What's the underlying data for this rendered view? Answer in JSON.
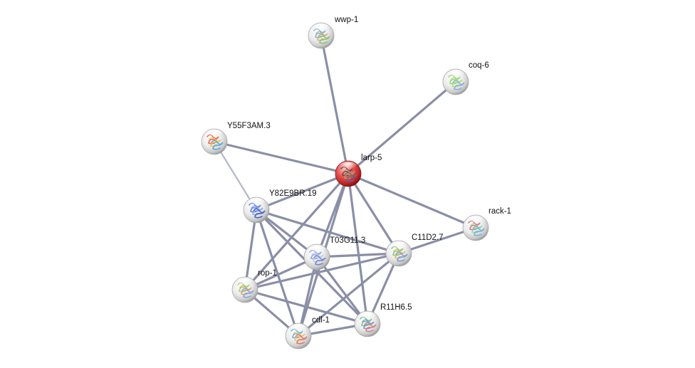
{
  "network": {
    "nodes": [
      {
        "id": "wwp-1",
        "label": "wwp-1",
        "query": false,
        "structure_colors": [
          "#6fb3e8",
          "#e8a26f",
          "#79c76b"
        ]
      },
      {
        "id": "coq-6",
        "label": "coq-6",
        "query": false,
        "structure_colors": [
          "#8fd27a",
          "#b3dc6a",
          "#7ab0e0"
        ]
      },
      {
        "id": "Y55F3AM.3",
        "label": "Y55F3AM.3",
        "query": false,
        "structure_colors": [
          "#e8554a",
          "#f0c040",
          "#4aa3e8"
        ]
      },
      {
        "id": "larp-5",
        "label": "larp-5",
        "query": true,
        "structure_colors": [
          "#7a3a3a",
          "#c9a050",
          "#5a6aa0"
        ]
      },
      {
        "id": "Y82E9BR.19",
        "label": "Y82E9BR.19",
        "query": false,
        "structure_colors": [
          "#5a7ae0",
          "#8aa0f0",
          "#3a5ac0"
        ]
      },
      {
        "id": "rack-1",
        "label": "rack-1",
        "query": false,
        "structure_colors": [
          "#d8706a",
          "#8ad0a0",
          "#6ab0d8"
        ]
      },
      {
        "id": "T03G11.3",
        "label": "T03G11.3",
        "query": false,
        "structure_colors": [
          "#8aa0e0",
          "#c0c8f0",
          "#6a80c8"
        ]
      },
      {
        "id": "C11D2.7",
        "label": "C11D2.7",
        "query": false,
        "structure_colors": [
          "#7ac870",
          "#e8b060",
          "#6a9ae0"
        ]
      },
      {
        "id": "rop-1",
        "label": "rop-1",
        "query": false,
        "structure_colors": [
          "#9ad070",
          "#e0a060",
          "#7aa0e8"
        ]
      },
      {
        "id": "R11H6.5",
        "label": "R11H6.5",
        "query": false,
        "structure_colors": [
          "#70c080",
          "#6a90e0",
          "#e07a70"
        ]
      },
      {
        "id": "cdl-1",
        "label": "cdl-1",
        "query": false,
        "structure_colors": [
          "#5ab0e0",
          "#f0c060",
          "#e07060"
        ]
      }
    ],
    "edges": [
      {
        "source": "larp-5",
        "target": "wwp-1",
        "strength": "strong"
      },
      {
        "source": "larp-5",
        "target": "coq-6",
        "strength": "strong"
      },
      {
        "source": "larp-5",
        "target": "Y55F3AM.3",
        "strength": "strong"
      },
      {
        "source": "larp-5",
        "target": "rack-1",
        "strength": "strong"
      },
      {
        "source": "larp-5",
        "target": "Y82E9BR.19",
        "strength": "strong"
      },
      {
        "source": "larp-5",
        "target": "T03G11.3",
        "strength": "strong"
      },
      {
        "source": "larp-5",
        "target": "C11D2.7",
        "strength": "strong"
      },
      {
        "source": "larp-5",
        "target": "rop-1",
        "strength": "strong"
      },
      {
        "source": "larp-5",
        "target": "R11H6.5",
        "strength": "strong"
      },
      {
        "source": "larp-5",
        "target": "cdl-1",
        "strength": "strong"
      },
      {
        "source": "Y55F3AM.3",
        "target": "Y82E9BR.19",
        "strength": "weak"
      },
      {
        "source": "Y82E9BR.19",
        "target": "T03G11.3",
        "strength": "strong"
      },
      {
        "source": "Y82E9BR.19",
        "target": "C11D2.7",
        "strength": "strong"
      },
      {
        "source": "Y82E9BR.19",
        "target": "rop-1",
        "strength": "strong"
      },
      {
        "source": "Y82E9BR.19",
        "target": "cdl-1",
        "strength": "strong"
      },
      {
        "source": "Y82E9BR.19",
        "target": "R11H6.5",
        "strength": "strong"
      },
      {
        "source": "T03G11.3",
        "target": "C11D2.7",
        "strength": "strong"
      },
      {
        "source": "T03G11.3",
        "target": "rop-1",
        "strength": "strong"
      },
      {
        "source": "T03G11.3",
        "target": "cdl-1",
        "strength": "strong"
      },
      {
        "source": "T03G11.3",
        "target": "R11H6.5",
        "strength": "strong"
      },
      {
        "source": "C11D2.7",
        "target": "rop-1",
        "strength": "strong"
      },
      {
        "source": "C11D2.7",
        "target": "cdl-1",
        "strength": "strong"
      },
      {
        "source": "C11D2.7",
        "target": "R11H6.5",
        "strength": "strong"
      },
      {
        "source": "C11D2.7",
        "target": "rack-1",
        "strength": "strong"
      },
      {
        "source": "rop-1",
        "target": "cdl-1",
        "strength": "strong"
      },
      {
        "source": "rop-1",
        "target": "R11H6.5",
        "strength": "strong"
      },
      {
        "source": "cdl-1",
        "target": "R11H6.5",
        "strength": "strong"
      }
    ],
    "colors": {
      "edge": "#8a8fa6",
      "edge_weak": "#b4b8c8",
      "node_default": "#e9e9e9",
      "node_query": "#d63a3a",
      "label": "#111111"
    }
  }
}
